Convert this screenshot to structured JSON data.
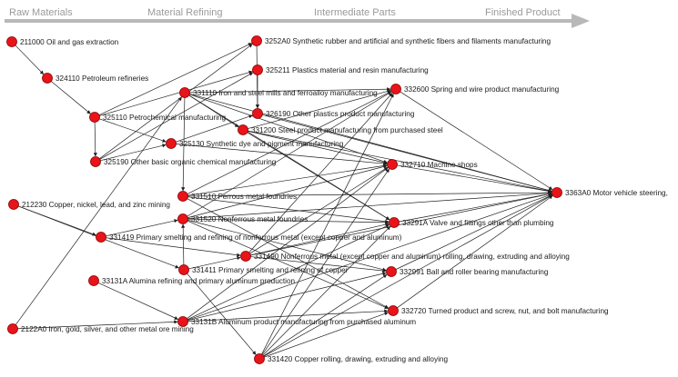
{
  "stages": [
    "Raw Materials",
    "Material Refining",
    "Intermediate Parts",
    "Finished Product"
  ],
  "nodes": [
    {
      "id": "211000",
      "label": "211000 Oil and gas extraction"
    },
    {
      "id": "324110",
      "label": "324110 Petroleum refineries"
    },
    {
      "id": "325110",
      "label": "325110 Petrochemical manufacturing"
    },
    {
      "id": "325190",
      "label": "325190 Other basic organic chemical manufacturing"
    },
    {
      "id": "212230",
      "label": "212230 Copper, nickel, lead, and zinc mining"
    },
    {
      "id": "2122A0",
      "label": "2122A0 Iron, gold, silver, and other metal ore mining"
    },
    {
      "id": "325130",
      "label": "325130 Synthetic dye and pigment manufacturing"
    },
    {
      "id": "331110",
      "label": "331110 Iron and steel mills and ferroalloy manufacturing"
    },
    {
      "id": "331510",
      "label": "331510 Ferrous metal foundries"
    },
    {
      "id": "331520",
      "label": "331520 Nonferrous metal foundries"
    },
    {
      "id": "331419",
      "label": "331419 Primary smelting and refining of nonferrous metal (except copper and aluminum)"
    },
    {
      "id": "331411",
      "label": "331411 Primary smelting and refining of copper"
    },
    {
      "id": "33131A",
      "label": "33131A Alumina refining and primary aluminum production"
    },
    {
      "id": "33131B",
      "label": "33131B Aluminum product manufacturing from purchased aluminum"
    },
    {
      "id": "331490",
      "label": "331490 Nonferrous metal (except copper and aluminum) rolling, drawing, extruding and alloying"
    },
    {
      "id": "331420",
      "label": "331420 Copper rolling, drawing, extruding and alloying"
    },
    {
      "id": "3252A0",
      "label": "3252A0 Synthetic rubber and artificial and synthetic fibers and filaments manufacturing"
    },
    {
      "id": "325211",
      "label": "325211 Plastics material and resin manufacturing"
    },
    {
      "id": "326190",
      "label": "326190 Other plastics product manufacturing"
    },
    {
      "id": "331200",
      "label": "331200 Steel product manufacturing from purchased steel"
    },
    {
      "id": "332600",
      "label": "332600 Spring and wire product manufacturing"
    },
    {
      "id": "332710",
      "label": "332710 Machine shops"
    },
    {
      "id": "33291A",
      "label": "33291A Valve and fittings other than plumbing"
    },
    {
      "id": "332991",
      "label": "332991 Ball and roller bearing manufacturing"
    },
    {
      "id": "332720",
      "label": "332720 Turned product and screw, nut, and bolt manufacturing"
    },
    {
      "id": "3363A0",
      "label": "3363A0 Motor vehicle steering,"
    }
  ],
  "edges": [
    [
      "211000",
      "324110"
    ],
    [
      "324110",
      "325110"
    ],
    [
      "325110",
      "325190"
    ],
    [
      "325110",
      "3252A0"
    ],
    [
      "325110",
      "325211"
    ],
    [
      "325110",
      "325130"
    ],
    [
      "325190",
      "3252A0"
    ],
    [
      "325190",
      "325211"
    ],
    [
      "325190",
      "325130"
    ],
    [
      "2122A0",
      "331110"
    ],
    [
      "2122A0",
      "33131B"
    ],
    [
      "212230",
      "331419"
    ],
    [
      "212230",
      "331411"
    ],
    [
      "331110",
      "331200"
    ],
    [
      "331110",
      "331510"
    ],
    [
      "331110",
      "332600"
    ],
    [
      "331110",
      "3363A0"
    ],
    [
      "325130",
      "326190"
    ],
    [
      "325130",
      "332710"
    ],
    [
      "3252A0",
      "326190"
    ],
    [
      "325211",
      "326190"
    ],
    [
      "326190",
      "3363A0"
    ],
    [
      "331200",
      "332600"
    ],
    [
      "331200",
      "332710"
    ],
    [
      "331200",
      "3363A0"
    ],
    [
      "331510",
      "332710"
    ],
    [
      "331510",
      "33291A"
    ],
    [
      "331510",
      "3363A0"
    ],
    [
      "331520",
      "332710"
    ],
    [
      "331520",
      "33291A"
    ],
    [
      "331520",
      "3363A0"
    ],
    [
      "331419",
      "331490"
    ],
    [
      "331419",
      "331520"
    ],
    [
      "331411",
      "331420"
    ],
    [
      "331411",
      "331520"
    ],
    [
      "33131A",
      "33131B"
    ],
    [
      "33131B",
      "332710"
    ],
    [
      "33131B",
      "332720"
    ],
    [
      "33131B",
      "3363A0"
    ],
    [
      "331490",
      "332600"
    ],
    [
      "331490",
      "33291A"
    ],
    [
      "331490",
      "332991"
    ],
    [
      "331490",
      "3363A0"
    ],
    [
      "331420",
      "332720"
    ],
    [
      "331420",
      "332991"
    ],
    [
      "331420",
      "332710"
    ],
    [
      "331420",
      "33291A"
    ],
    [
      "331420",
      "3363A0"
    ],
    [
      "332600",
      "3363A0"
    ],
    [
      "332710",
      "3363A0"
    ],
    [
      "33291A",
      "3363A0"
    ],
    [
      "332991",
      "3363A0"
    ],
    [
      "332720",
      "3363A0"
    ],
    [
      "331200",
      "33291A"
    ],
    [
      "331110",
      "332710"
    ],
    [
      "33131B",
      "332991"
    ],
    [
      "331420",
      "332600"
    ],
    [
      "331510",
      "332600"
    ],
    [
      "33131B",
      "33291A"
    ],
    [
      "331520",
      "332600"
    ],
    [
      "331490",
      "332710"
    ],
    [
      "331411",
      "331490"
    ],
    [
      "331520",
      "332991"
    ],
    [
      "331110",
      "33291A"
    ],
    [
      "331520",
      "332720"
    ],
    [
      "331510",
      "332720"
    ]
  ]
}
